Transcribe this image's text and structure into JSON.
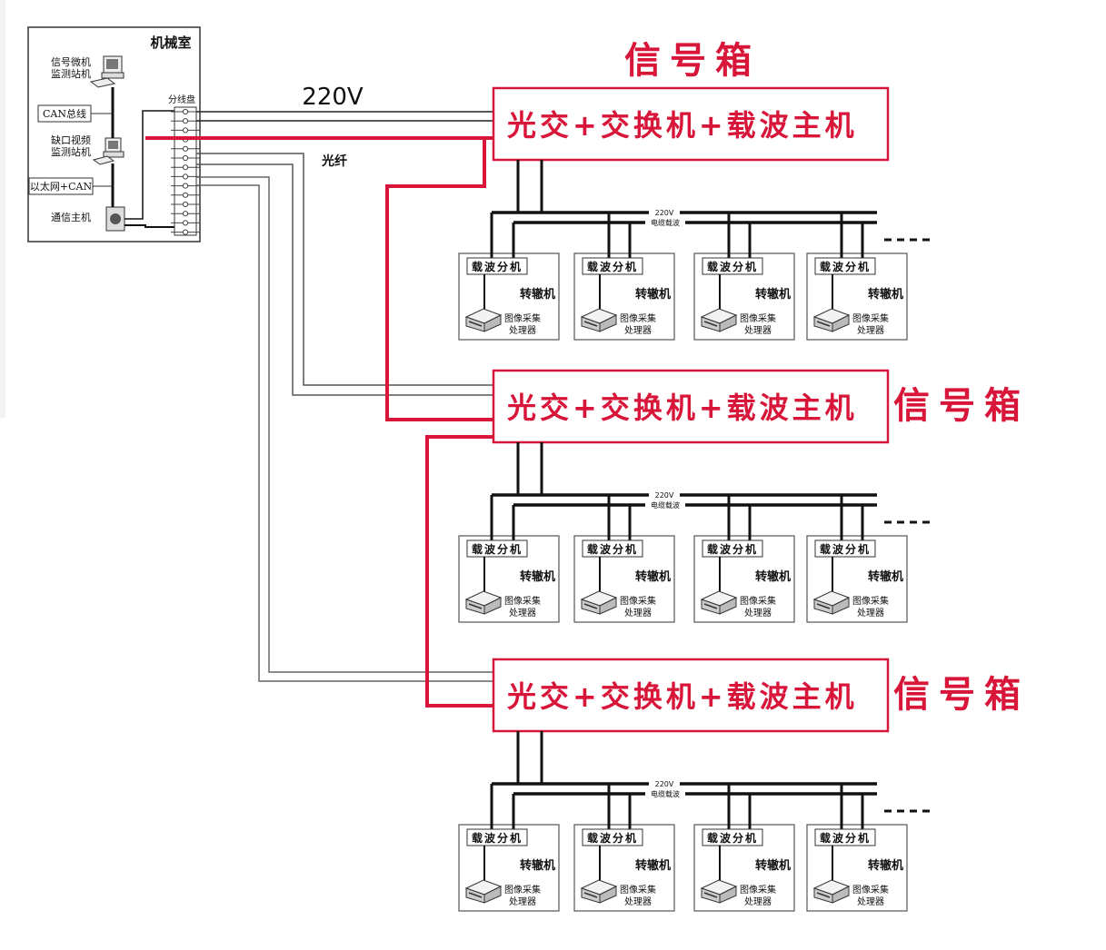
{
  "machine_room": {
    "title": "机械室",
    "signal_station": [
      "信号微机",
      "监测站机"
    ],
    "can_bus": "CAN总线",
    "gap_station": [
      "缺口视频",
      "监测站机"
    ],
    "ethernet_can": "以太网+CAN",
    "comm_host": "通信主机",
    "distribution_panel": "分线盘"
  },
  "labels": {
    "power": "220V",
    "fiber": "光纤"
  },
  "signal_boxes": [
    {
      "title": "信号箱",
      "content": "光交+交换机+载波主机"
    },
    {
      "title": "信号箱",
      "content": "光交+交换机+载波主机"
    },
    {
      "title": "信号箱",
      "content": "光交+交换机+载波主机"
    }
  ],
  "bus": {
    "power_label": "220V",
    "carrier_label": "电缆载波",
    "continuation": "----"
  },
  "switch_unit": {
    "carrier_slave": "载波分机",
    "switch_machine": "转辙机",
    "processor": [
      "图像采集",
      "处理器"
    ]
  },
  "units_per_row": 4,
  "colors": {
    "accent_red": "#d8163a",
    "line_black": "#111111",
    "line_gray": "#555555"
  }
}
